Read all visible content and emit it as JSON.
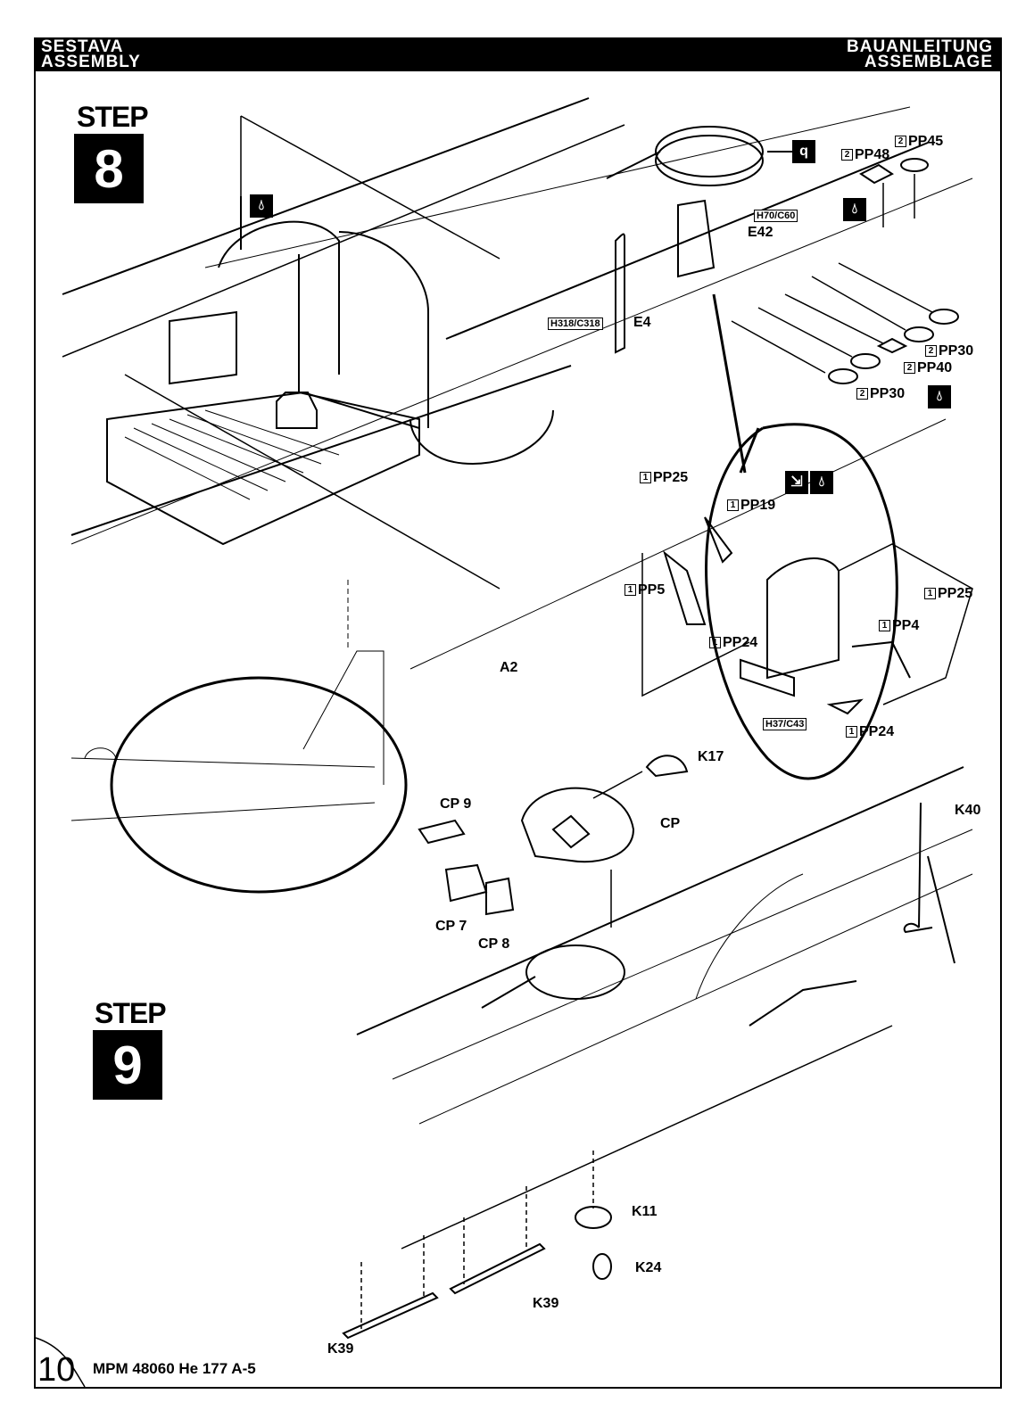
{
  "header": {
    "left_line1": "SESTAVA",
    "left_line2": "ASSEMBLY",
    "right_line1": "BAUANLEITUNG",
    "right_line2": "ASSEMBLAGE"
  },
  "steps": [
    {
      "label": "STEP",
      "number": "8"
    },
    {
      "label": "STEP",
      "number": "9"
    }
  ],
  "step8_parts": {
    "pp45": {
      "qty": "2",
      "name": "PP45"
    },
    "pp48": {
      "qty": "2",
      "name": "PP48"
    },
    "e42": "E42",
    "h70": "H70/C60",
    "e4": "E4",
    "h318": "H318/C318",
    "pp30a": {
      "qty": "2",
      "name": "PP30"
    },
    "pp40": {
      "qty": "2",
      "name": "PP40"
    },
    "pp30b": {
      "qty": "2",
      "name": "PP30"
    },
    "a2": "A2"
  },
  "seat_detail": {
    "pp25a": {
      "qty": "1",
      "name": "PP25"
    },
    "pp19": {
      "qty": "1",
      "name": "PP19"
    },
    "pp5": {
      "qty": "1",
      "name": "PP5"
    },
    "pp24a": {
      "qty": "1",
      "name": "PP24"
    },
    "pp25b": {
      "qty": "1",
      "name": "PP25"
    },
    "pp4": {
      "qty": "1",
      "name": "PP4"
    },
    "pp24b": {
      "qty": "1",
      "name": "PP24"
    },
    "h37": "H37/C43"
  },
  "step9_parts": {
    "k17": "K17",
    "cp9": "CP 9",
    "cp": "CP",
    "cp7": "CP 7",
    "cp8": "CP 8",
    "k40": "K40",
    "k11": "K11",
    "k24": "K24",
    "k39a": "K39",
    "k39b": "K39"
  },
  "icons": {
    "gun_q": "q",
    "glue": "glue-drop-icon",
    "bend": "bend-icon"
  },
  "footer": {
    "page_number": "10",
    "kit": "MPM 48060  He 177 A-5"
  }
}
